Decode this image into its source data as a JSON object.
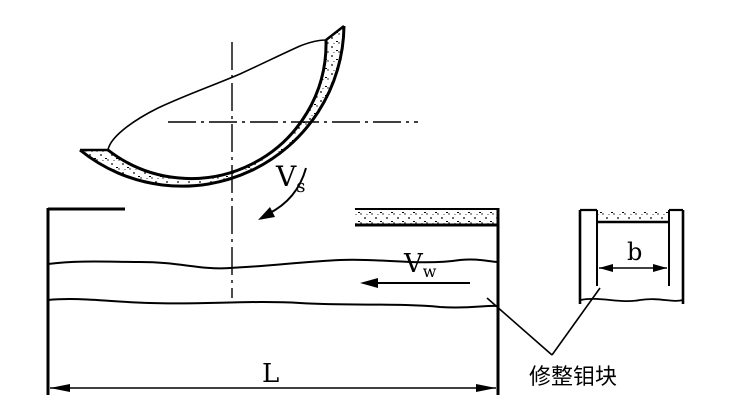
{
  "labels": {
    "vs": "V",
    "vs_sub": "s",
    "vw": "V",
    "vw_sub": "w",
    "length": "L",
    "width": "b",
    "callout": "修整钼块"
  },
  "colors": {
    "line": "#000000",
    "background": "#ffffff"
  }
}
